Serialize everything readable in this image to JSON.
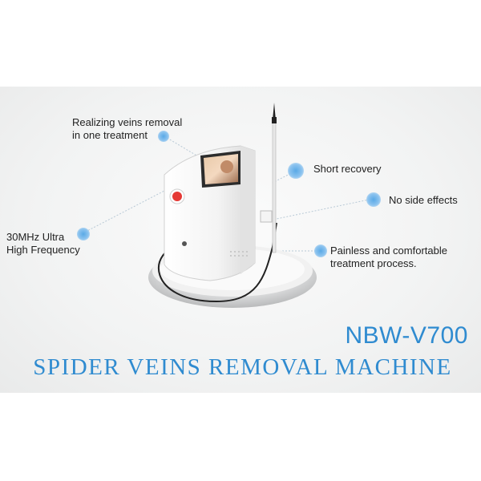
{
  "features": [
    {
      "lines": [
        "Realizing veins removal",
        "in one treatment"
      ]
    },
    {
      "lines": [
        "Short recovery"
      ]
    },
    {
      "lines": [
        "No side effects"
      ]
    },
    {
      "lines": [
        "30MHz Ultra",
        "High Frequency"
      ]
    },
    {
      "lines": [
        "Painless and comfortable",
        "treatment process."
      ]
    }
  ],
  "model": "NBW-V700",
  "headline": "SPIDER VEINS REMOVAL MACHINE",
  "colors": {
    "accent": "#2f8bd0",
    "dot": "#5aa9e6",
    "text": "#222222"
  }
}
